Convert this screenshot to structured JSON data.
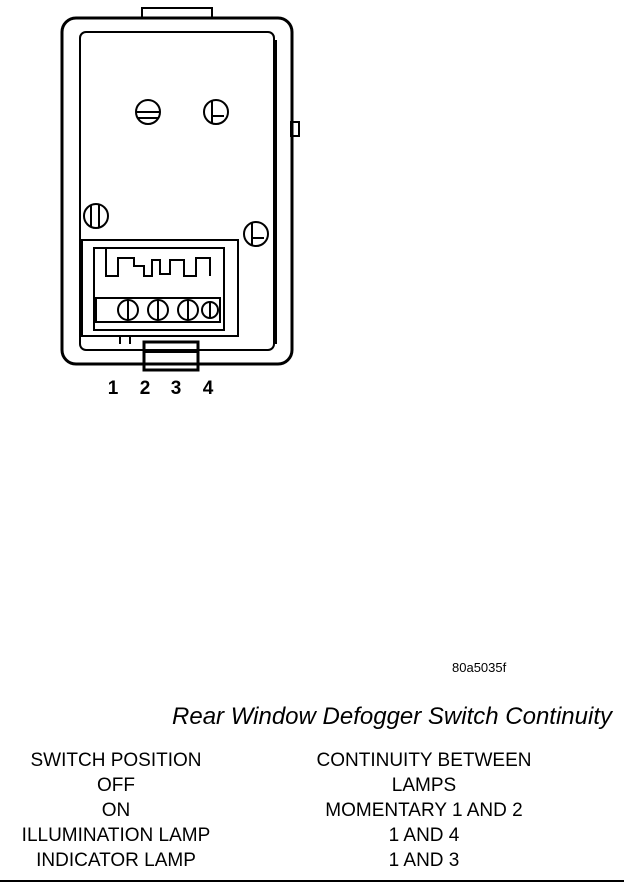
{
  "figure_code": "80a5035f",
  "pins": [
    "1",
    "2",
    "3",
    "4"
  ],
  "caption": "Rear Window Defogger Switch Continuity",
  "table": {
    "headers": [
      "SWITCH POSITION",
      "CONTINUITY BETWEEN"
    ],
    "rows": [
      [
        "OFF",
        "LAMPS"
      ],
      [
        "ON",
        "MOMENTARY 1 AND 2"
      ],
      [
        "ILLUMINATION LAMP",
        "1 AND 4"
      ],
      [
        "INDICATOR LAMP",
        "1 AND 3"
      ]
    ]
  }
}
